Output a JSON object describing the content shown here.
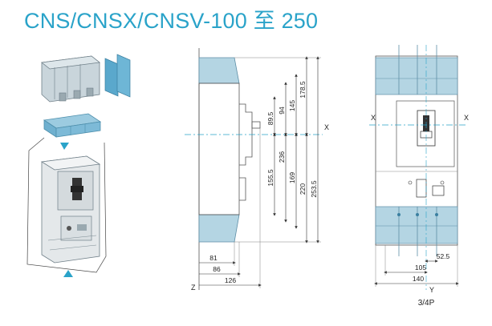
{
  "title": "CNS/CNSX/CNSV-100 至 250",
  "side_view": {
    "vertical_dims": [
      "178.5",
      "145",
      "94",
      "89.5",
      "236",
      "155.5",
      "169",
      "220",
      "253.5"
    ],
    "horizontal_dims": [
      "81",
      "86",
      "126"
    ],
    "axis_x": "X",
    "axis_z": "Z"
  },
  "front_view": {
    "horizontal_dims": [
      "52.5",
      "105",
      "140"
    ],
    "axis_x": "X",
    "axis_y": "Y",
    "caption": "3/4P"
  },
  "colors": {
    "accent": "#2aa3c9",
    "component_blue": "#8ec3d9",
    "component_light": "#bcd7e2"
  }
}
